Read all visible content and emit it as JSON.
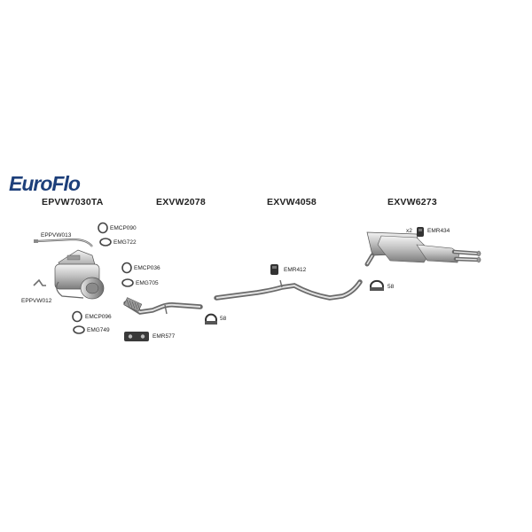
{
  "logo": {
    "text_main": "Euro",
    "text_accent": "Flo"
  },
  "kits": [
    {
      "code": "EPVW7030TA"
    },
    {
      "code": "EXVW2078"
    },
    {
      "code": "EXVW4058"
    },
    {
      "code": "EXVW6273"
    }
  ],
  "parts": {
    "epvw013": "EPPVW013",
    "epvw012": "EPPVW012",
    "emcp090": "EMCP090",
    "emg722": "EMG722",
    "emcp036": "EMCP036",
    "emg705": "EMG705",
    "emcp096": "EMCP096",
    "emg749": "EMG749",
    "emr577": "EMR577",
    "clamp58_a": "58",
    "emr412": "EMR412",
    "clamp58_b": "58",
    "x2": "x2",
    "emr434": "EMR434"
  }
}
